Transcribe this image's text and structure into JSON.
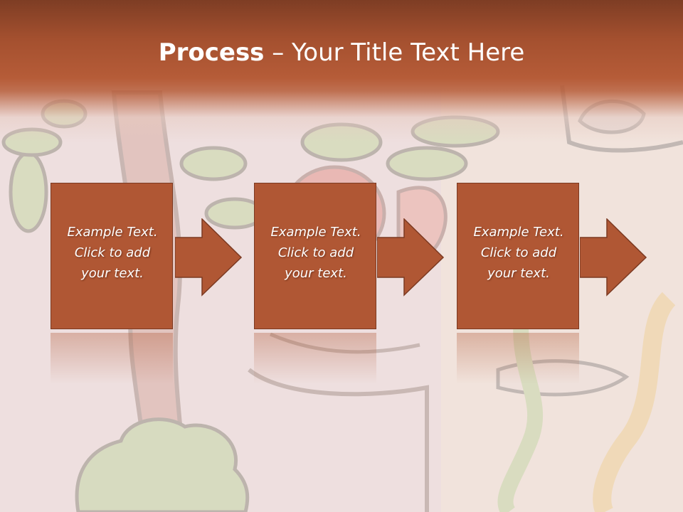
{
  "slide": {
    "title_bold": "Process",
    "title_rest": " – Your Title Text Here"
  },
  "steps": [
    {
      "text": "Example Text.\nClick  to add\nyour text."
    },
    {
      "text": "Example Text.\nClick  to add\nyour text."
    },
    {
      "text": "Example Text.\nClick  to add\nyour text."
    }
  ],
  "colors": {
    "header": "#a4502f",
    "box_fill": "#b05734",
    "box_border": "#7c3a22",
    "title_text": "#ffffff"
  },
  "icons": [
    "right-arrow-icon"
  ]
}
